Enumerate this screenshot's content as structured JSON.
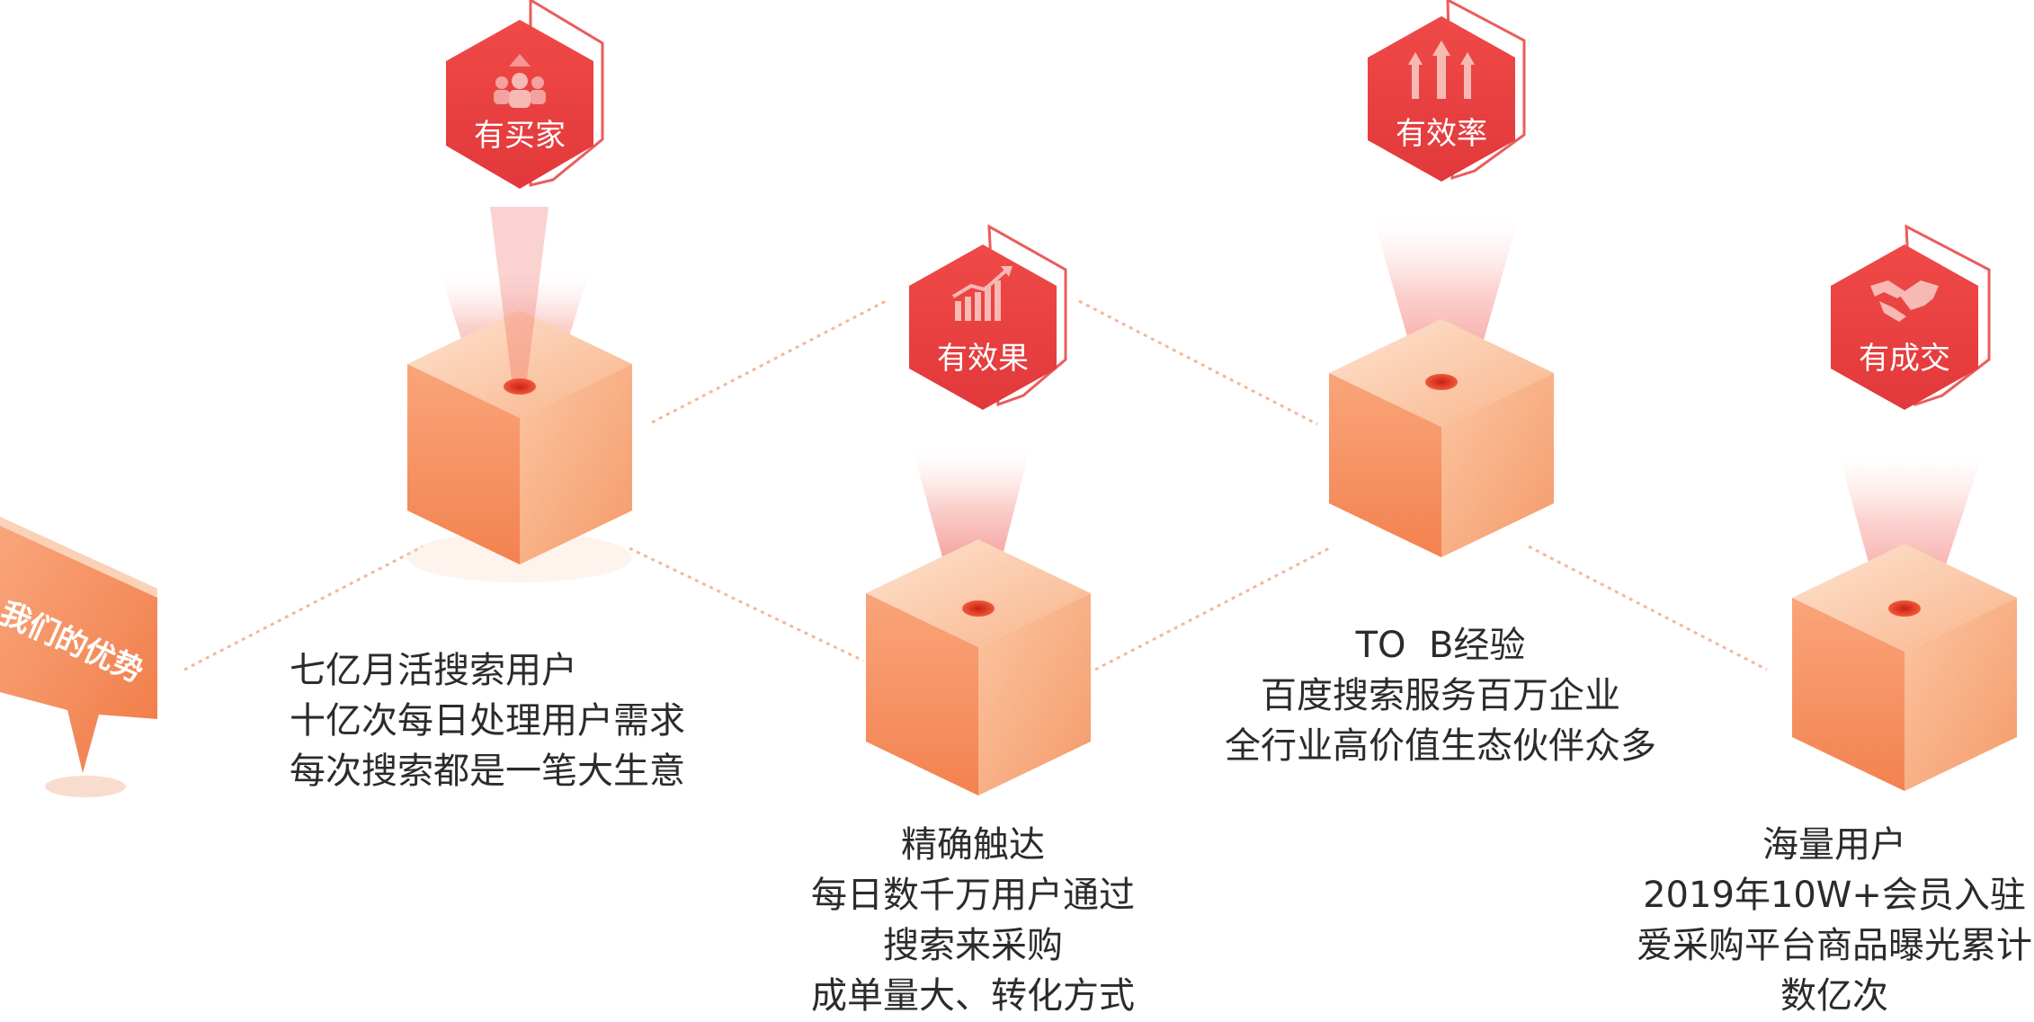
{
  "colors": {
    "accent_red": "#e8403f",
    "hex_outline": "#e8403f",
    "cube_light": "#fbc7a5",
    "cube_mid": "#f6a277",
    "cube_dark": "#f07b45",
    "connector": "#f5b79a",
    "text": "#2b2b2b",
    "tag_orange": "#f4895c"
  },
  "tag": {
    "label": "我们的优势"
  },
  "badges": [
    {
      "label": "有买家",
      "icon": "people-icon"
    },
    {
      "label": "有效果",
      "icon": "bar-chart-up-icon"
    },
    {
      "label": "有效率",
      "icon": "up-arrows-icon"
    },
    {
      "label": "有成交",
      "icon": "handshake-icon"
    }
  ],
  "captions": [
    {
      "lines": [
        "七亿月活搜索用户",
        "十亿次每日处理用户需求",
        "每次搜索都是一笔大生意"
      ]
    },
    {
      "lines": [
        "精确触达",
        "每日数千万用户通过",
        "搜索来采购",
        "成单量大、转化方式"
      ]
    },
    {
      "lines": [
        "TO  B经验",
        "百度搜索服务百万企业",
        "全行业高价值生态伙伴众多"
      ]
    },
    {
      "lines": [
        "海量用户",
        "2019年10W+会员入驻",
        "爱采购平台商品曝光累计",
        "数亿次"
      ]
    }
  ]
}
